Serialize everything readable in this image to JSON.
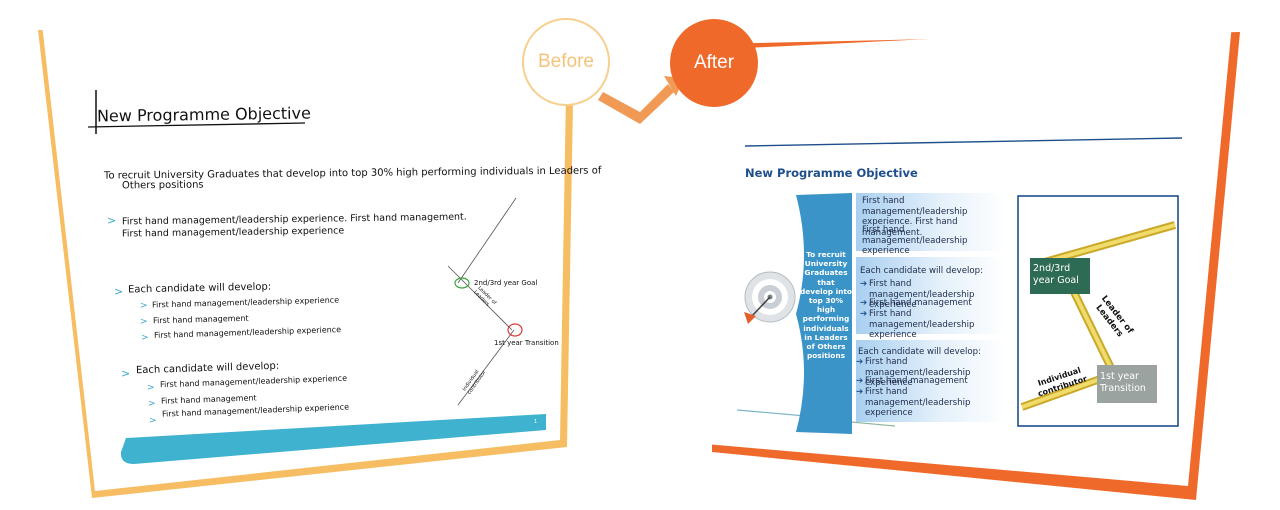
{
  "badges": {
    "before": "Before",
    "after": "After"
  },
  "colors": {
    "before_accent": "#f7bd63",
    "after_accent": "#ef6a2a",
    "teal": "#3fb2cf",
    "navy": "#1e4f8c",
    "green_box": "#2e6b54",
    "gray_box": "#9aa3a0",
    "gold_rope": "#e2c43a"
  },
  "before_slide": {
    "title": "New Programme Objective",
    "intro_line1": "To recruit University Graduates that develop into top 30% high performing individuals in Leaders of",
    "intro_line2": "Others positions",
    "bullet1_line1": "First hand management/leadership experience. First hand management.",
    "bullet1_line2": "First hand management/leadership experience",
    "group1_heading": "Each candidate will develop:",
    "group1_items": [
      "First hand management/leadership experience",
      "First hand management",
      "First hand management/leadership experience"
    ],
    "group2_heading": "Each candidate will develop:",
    "group2_items": [
      "First hand management/leadership experience",
      "First hand management",
      "First hand management/leadership experience"
    ],
    "diagram_goal": "2nd/3rd year Goal",
    "diagram_transition": "1st year Transition",
    "diagram_leader": "Leader of Leaders",
    "diagram_individual": "Individual contributor",
    "page_number": "1"
  },
  "after_slide": {
    "title": "New Programme Objective",
    "objective_text": "To recruit University Graduates that develop into top 30% high performing individuals in Leaders of Others positions",
    "panel1_line1": "First hand management/leadership experience. First hand management.",
    "panel1_line2": "First hand management/leadership experience",
    "panel2_heading": "Each candidate will develop:",
    "panel2_items": [
      "First hand management/leadership experience",
      "First hand management",
      "First hand management/leadership experience"
    ],
    "panel3_heading": "Each candidate will develop:",
    "panel3_items": [
      "First hand management/leadership experience",
      "First hand management",
      "First hand management/leadership experience"
    ],
    "goal_box": "2nd/3rd year Goal",
    "transition_box": "1st year Transition",
    "leader_label": "Leader of Leaders",
    "individual_label": "Individual contributor"
  }
}
